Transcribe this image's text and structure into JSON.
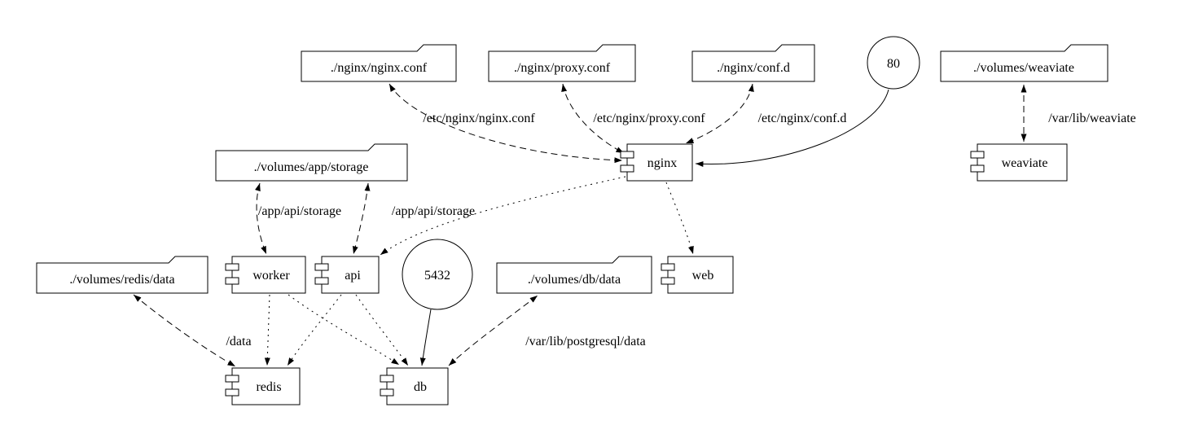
{
  "diagram": {
    "kind": "docker-compose architecture graph",
    "colors": {
      "stroke": "#000000",
      "background": "#ffffff"
    }
  },
  "nodes": {
    "nginx_conf": {
      "label": "./nginx/nginx.conf",
      "shape": "folder"
    },
    "proxy_conf": {
      "label": "./nginx/proxy.conf",
      "shape": "folder"
    },
    "conf_d": {
      "label": "./nginx/conf.d",
      "shape": "folder"
    },
    "port_80": {
      "label": "80",
      "shape": "circle"
    },
    "weaviate_volume": {
      "label": "./volumes/weaviate",
      "shape": "folder"
    },
    "app_storage_volume": {
      "label": "./volumes/app/storage",
      "shape": "folder"
    },
    "nginx": {
      "label": "nginx",
      "shape": "component"
    },
    "weaviate": {
      "label": "weaviate",
      "shape": "component"
    },
    "redis_data_volume": {
      "label": "./volumes/redis/data",
      "shape": "folder"
    },
    "worker": {
      "label": "worker",
      "shape": "component"
    },
    "api": {
      "label": "api",
      "shape": "component"
    },
    "port_5432": {
      "label": "5432",
      "shape": "circle"
    },
    "db_data_volume": {
      "label": "./volumes/db/data",
      "shape": "folder"
    },
    "web": {
      "label": "web",
      "shape": "component"
    },
    "redis": {
      "label": "redis",
      "shape": "component"
    },
    "db": {
      "label": "db",
      "shape": "component"
    }
  },
  "edge_labels": {
    "nginx_conf_mount": "/etc/nginx/nginx.conf",
    "proxy_conf_mount": "/etc/nginx/proxy.conf",
    "conf_d_mount": "/etc/nginx/conf.d",
    "weaviate_mount": "/var/lib/weaviate",
    "worker_storage_mount": "/app/api/storage",
    "api_storage_mount": "/app/api/storage",
    "redis_mount": "/data",
    "db_mount": "/var/lib/postgresql/data"
  }
}
